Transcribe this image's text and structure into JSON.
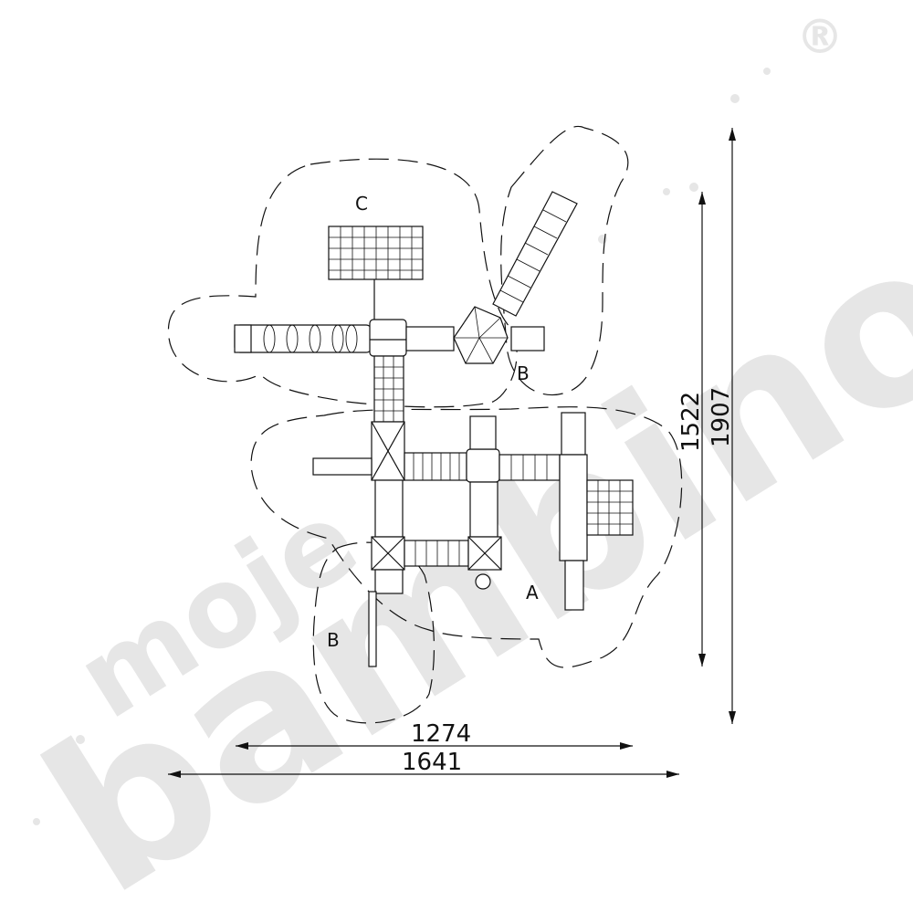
{
  "watermark": {
    "brand_top": "moje",
    "brand_bottom": "bambino",
    "registered_mark": "®",
    "color": "#e6e6e6"
  },
  "zones": {
    "c_label": "C",
    "b_upper_label": "B",
    "a_label": "A",
    "b_lower_label": "B"
  },
  "dimensions": {
    "inner_width": "1274",
    "outer_width": "1641",
    "inner_height": "1522",
    "outer_height": "1907"
  },
  "line_color": "#111111"
}
